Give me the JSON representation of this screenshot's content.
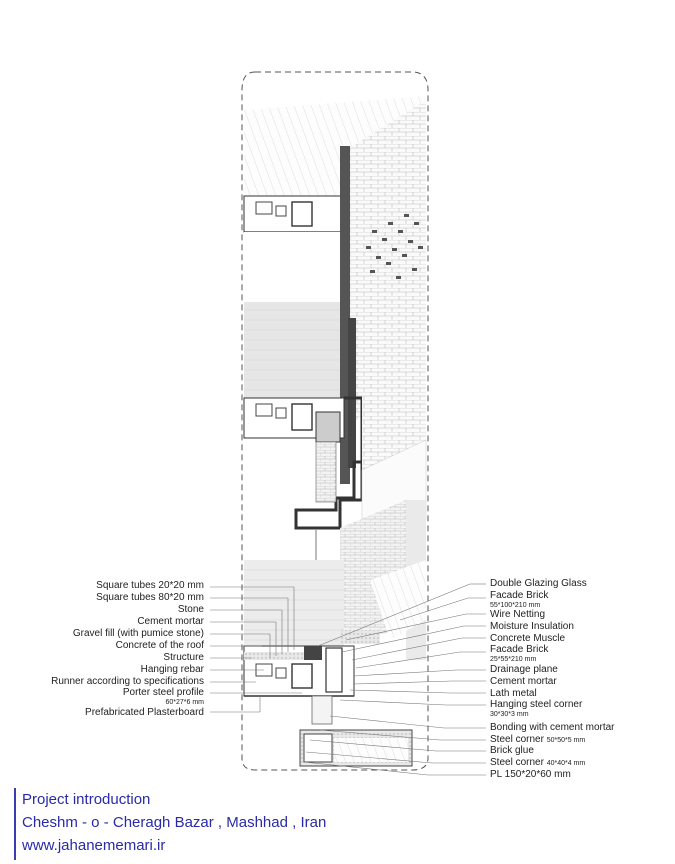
{
  "left_labels": [
    {
      "text": "Square tubes 20*20 mm"
    },
    {
      "text": "Square tubes 80*20 mm"
    },
    {
      "text": "Stone"
    },
    {
      "text": "Cement mortar"
    },
    {
      "text": "Gravel fill (with pumice stone)"
    },
    {
      "text": "Concrete of the roof"
    },
    {
      "text": "Structure"
    },
    {
      "text": "Hanging rebar"
    },
    {
      "text": "Runner according to specifications"
    },
    {
      "text": "Porter steel profile",
      "sub": "60*27*6 mm"
    },
    {
      "text": "Prefabricated Plasterboard"
    }
  ],
  "right_labels": [
    {
      "text": "Double Glazing Glass"
    },
    {
      "text": "Facade Brick",
      "sub": "55*100*210 mm"
    },
    {
      "text": "Wire Netting"
    },
    {
      "text": "Moisture Insulation"
    },
    {
      "text": "Concrete Muscle"
    },
    {
      "text": "Facade Brick",
      "sub": "25*55*210 mm"
    },
    {
      "text": "Drainage plane"
    },
    {
      "text": "Cement  mortar"
    },
    {
      "text": "Lath metal"
    },
    {
      "text": "Hanging steel corner",
      "sub": "30*30*3 mm"
    },
    {
      "text": "Bonding with cement mortar"
    },
    {
      "text": "Steel corner",
      "sub": "50*50*5 mm",
      "inline": true
    },
    {
      "text": "Brick glue"
    },
    {
      "text": "Steel corner",
      "sub": "40*40*4 mm",
      "inline": true
    },
    {
      "text": "PL 150*20*60 mm"
    }
  ],
  "footer": {
    "line1": "Project introduction",
    "line2": "Cheshm - o - Cheragh Bazar , Mashhad , Iran",
    "line3": "www.jahanememari.ir"
  },
  "colors": {
    "accent": "#2a2aa8",
    "line": "#444444",
    "hatch": "#bbbbbb"
  }
}
